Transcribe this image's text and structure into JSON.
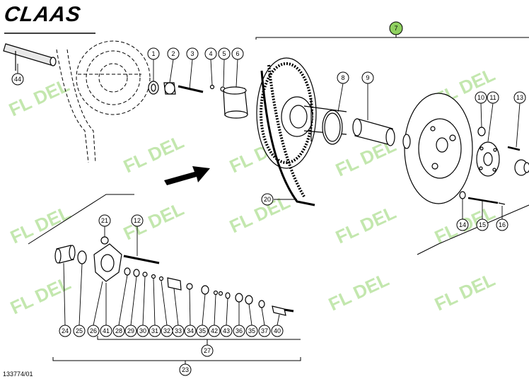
{
  "brand": {
    "logo_text": "CLAAS",
    "watermark_text": "FL DEL"
  },
  "drawing": {
    "number": "133774/01"
  },
  "callouts": [
    "1",
    "2",
    "3",
    "4",
    "5",
    "6",
    "7",
    "8",
    "9",
    "10",
    "11",
    "12",
    "13",
    "14",
    "15",
    "16",
    "20",
    "21",
    "23",
    "24",
    "25",
    "26",
    "27",
    "28",
    "29",
    "30",
    "31",
    "32",
    "33",
    "34",
    "35",
    "36",
    "37",
    "40",
    "41",
    "42",
    "43",
    "44"
  ],
  "colors": {
    "line": "#000000",
    "watermark": "#b9e3a0",
    "highlight": "#8fd060"
  }
}
